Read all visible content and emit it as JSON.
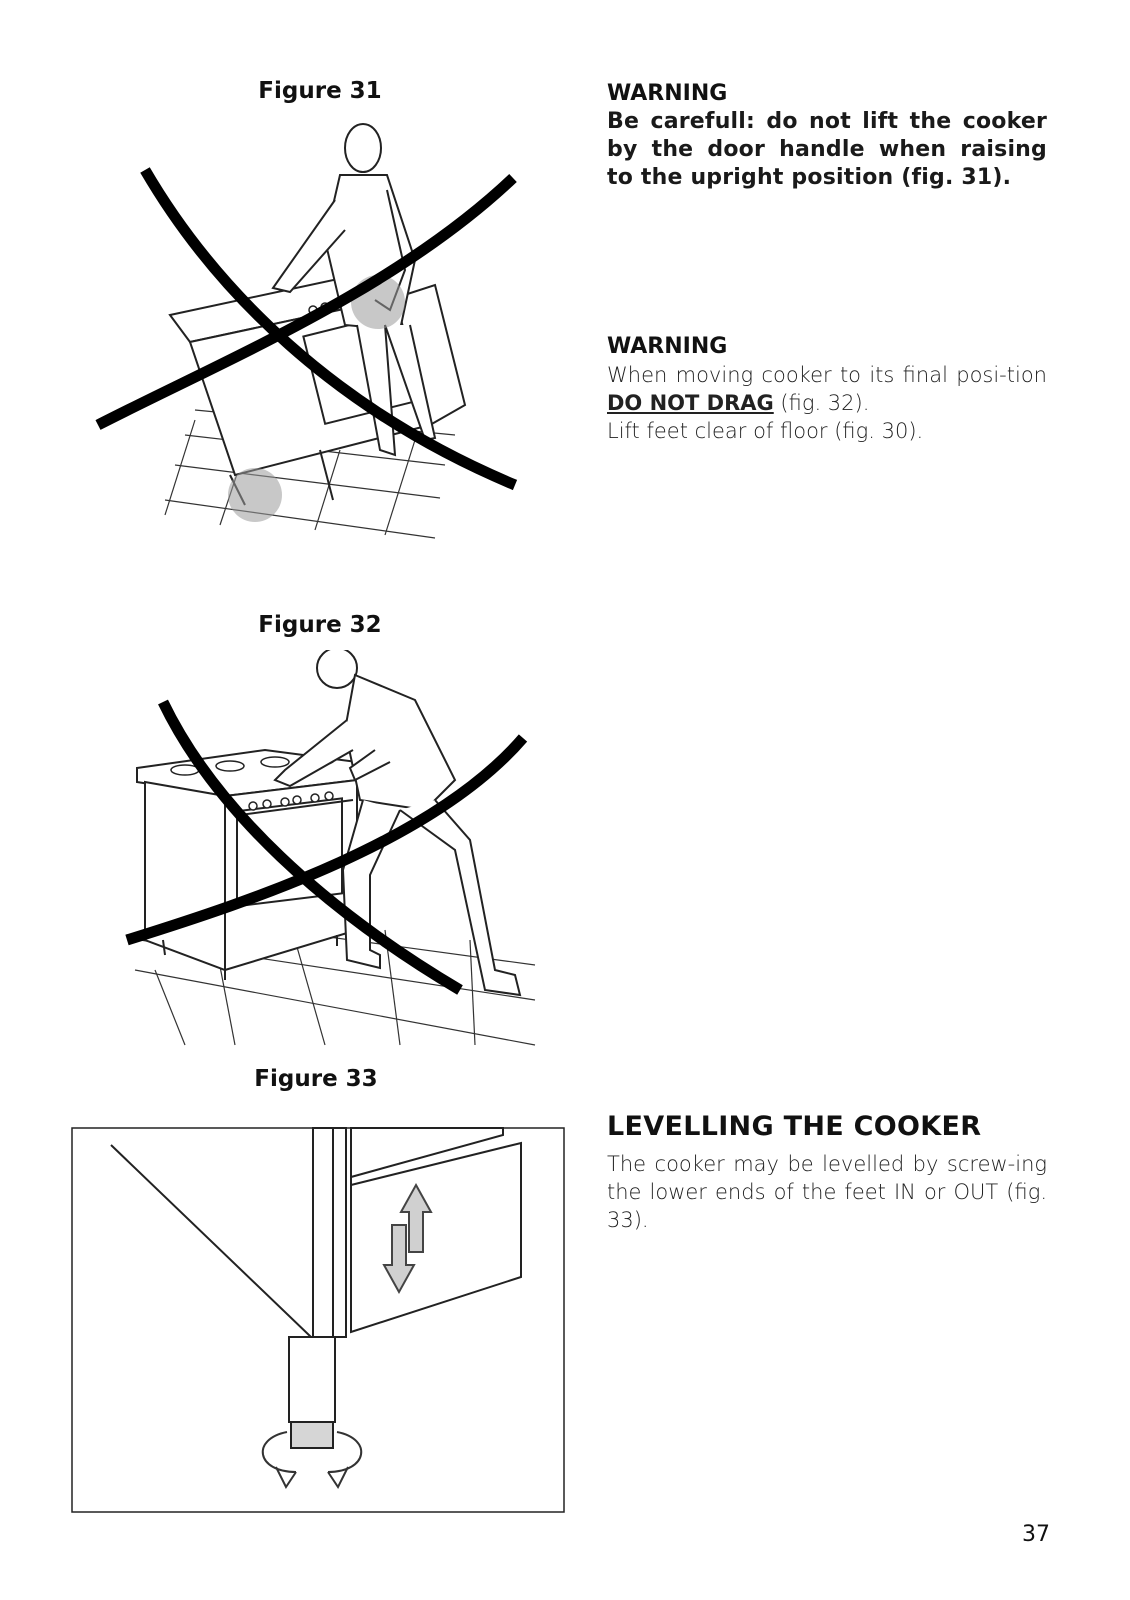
{
  "figures": {
    "fig31_caption": "Figure 31",
    "fig32_caption": "Figure 32",
    "fig33_caption": "Figure 33"
  },
  "warning1": {
    "title": "WARNING",
    "text": "Be carefull: do not lift the cooker by the door handle when raising to the upright position (fig. 31)."
  },
  "warning2": {
    "title": "WARNING",
    "text_before": "When moving cooker to its final posi-tion ",
    "emphasis": "DO NOT DRAG",
    "text_after": " (fig. 32).",
    "line2": "Lift feet clear of floor (fig. 30)."
  },
  "levelling": {
    "heading": "LEVELLING THE COOKER",
    "text": "The cooker may be levelled by screw-ing the lower ends of the feet IN or OUT (fig. 33)."
  },
  "page_number": "37"
}
